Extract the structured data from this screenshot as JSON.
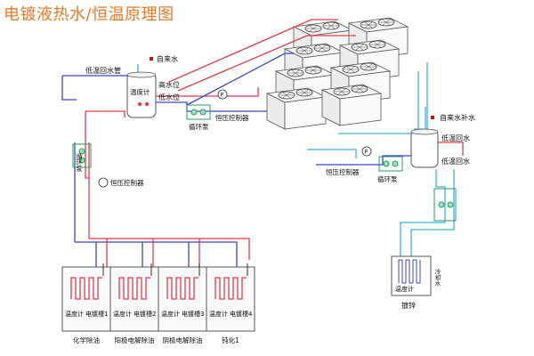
{
  "title": "电镀液热水/恒温原理图",
  "labels": {
    "tap_water_top": "自来水",
    "low_temp_return_pipe": "低温回水管",
    "thermometer_tank1": "温度计",
    "high_level": "高水位",
    "low_level": "低水位",
    "circ_pump_1": "循环泵",
    "const_pressure_ctrl_1": "恒压控制器",
    "circ_pump_vertical": "循环泵",
    "const_pressure_ctrl_2": "恒压控制器",
    "const_pressure_ctrl_3": "恒压控制器",
    "circ_pump_2": "循环泵",
    "tap_water_makeup": "自来水补水",
    "low_temp_return_1": "低温回水",
    "low_temp_return_2": "低温回水",
    "bath_thermometer": "温度计",
    "bath_jacket": "冷却水",
    "bath_zinc": "镀锌"
  },
  "tanks": [
    {
      "thermo": "温度计",
      "name": "电镀槽1",
      "process": "化学除油"
    },
    {
      "thermo": "温度计",
      "name": "电镀槽2",
      "process": "阳极电解除油"
    },
    {
      "thermo": "温度计",
      "name": "电镀槽3",
      "process": "阴极电解除油"
    },
    {
      "thermo": "温度计",
      "name": "电镀槽4",
      "process": "钝化1"
    }
  ],
  "colors": {
    "title": "#e87a2d",
    "hot_pipe": "#e23c4a",
    "cold_pipe": "#3a46c8",
    "water_pipe": "#3fb4d8",
    "equipment": "#555555",
    "valve": "#22a060"
  }
}
